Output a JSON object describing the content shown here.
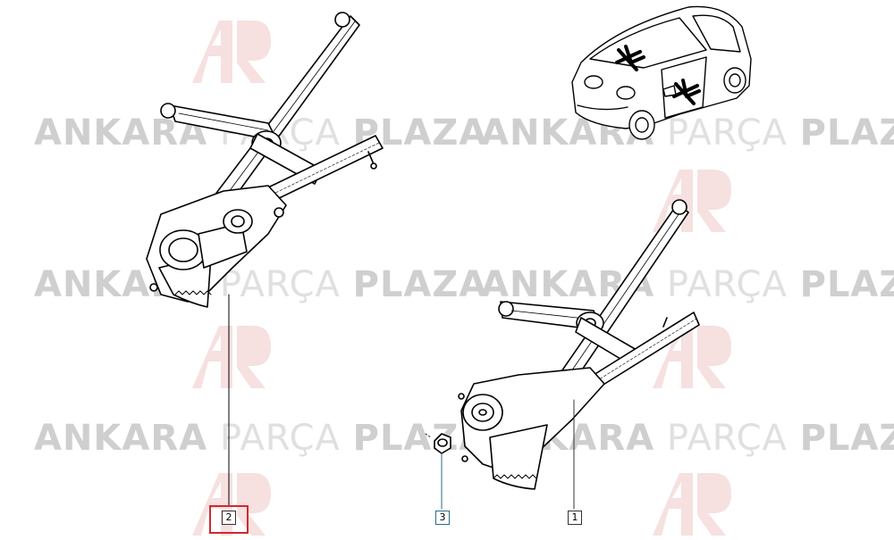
{
  "watermark": {
    "word_1": "ANKARA",
    "word_2": "PARÇA",
    "word_3": "PLAZA",
    "logo_text": "AP",
    "logo_color": "#f3d8d8"
  },
  "callouts": {
    "left_regulator": "2",
    "nut": "3",
    "right_regulator": "1"
  },
  "colors": {
    "line": "#000000",
    "highlight": "#d0282e",
    "leader": "#2b6a88"
  }
}
